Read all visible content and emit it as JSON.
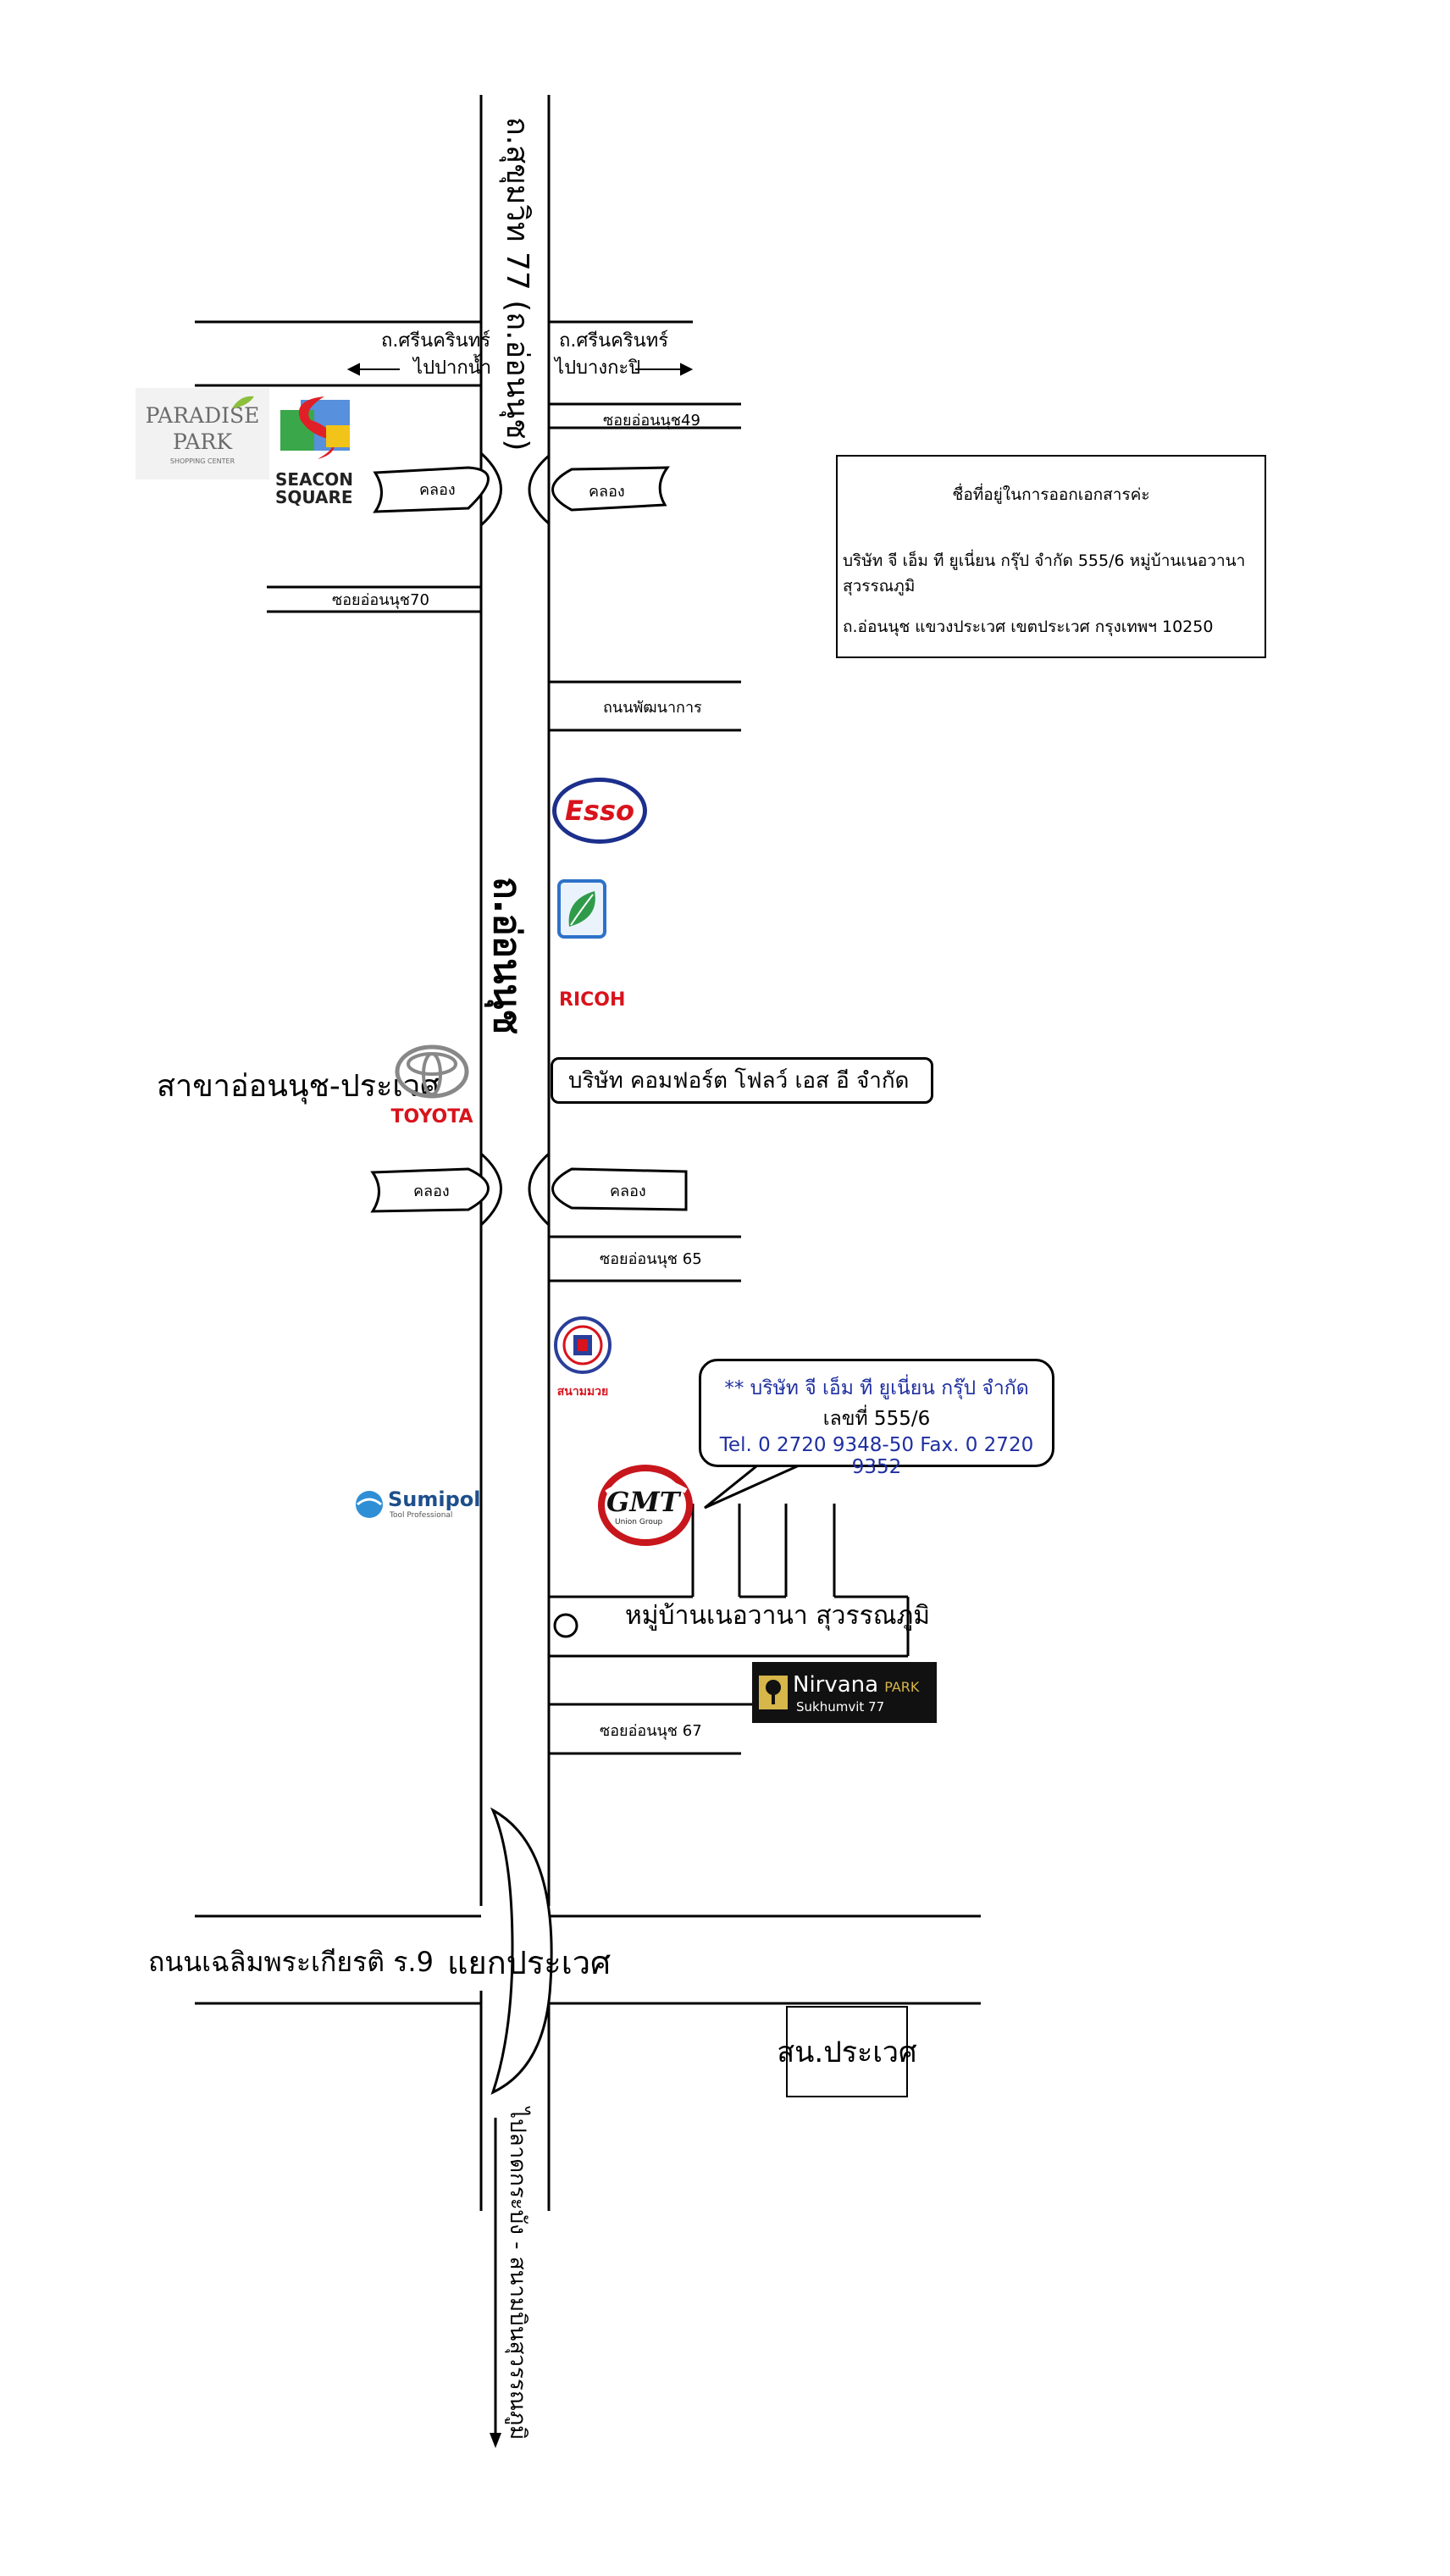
{
  "roads": {
    "main_road_top": "ถ.สุขุมวิท 77 (ถ.อ่อนนุช)",
    "main_road_mid": "ถ.อ่อนนุช",
    "srinakarin_left_name": "ถ.ศรีนครินทร์",
    "srinakarin_left_dir": "ไปปากน้ำ",
    "srinakarin_right_name": "ถ.ศรีนครินทร์",
    "srinakarin_right_dir": "ไปบางกะปิ",
    "soi_49": "ซอยอ่อนนุช49",
    "soi_70": "ซอยอ่อนนุช70",
    "phatthanakan": "ถนนพัฒนาการ",
    "soi_65": "ซอยอ่อนนุช 65",
    "soi_67": "ซอยอ่อนนุช 67",
    "chaloem": "ถนนเฉลิมพระเกียรติ ร.9",
    "intersection": "แยกประเวศ",
    "bottom_direction": "ไปลาดกระบัง - สนามบินสุวรรณภูมิ",
    "canal": "คลอง",
    "village": "หมู่บ้านเนอวานา สุวรรณภูมิ"
  },
  "address_box": {
    "heading": "ชื่อที่อยู่ในการออกเอกสารค่ะ",
    "line1": "บริษัท จี เอ็ม ที ยูเนี่ยน กรุ๊ป จำกัด 555/6 หมู่บ้านเนอวานา สุวรรณภูมิ",
    "line2": "ถ.อ่อนนุช แขวงประเวศ เขตประเวศ กรุงเทพฯ 10250"
  },
  "comfort_box": "บริษัท คอมฟอร์ต โฟลว์ เอส อี จำกัด",
  "bubble": {
    "line1": "** บริษัท จี เอ็ม ที ยูเนี่ยน กรุ๊ป จำกัด",
    "line2": "เลขที่ 555/6",
    "line3": "Tel. 0 2720 9348-50 Fax. 0 2720 9352"
  },
  "toyota_branch": "สาขาอ่อนนุช-ประเวศ",
  "police": "สน.ประเวศ",
  "logos": {
    "paradise_line1": "PARADISE",
    "paradise_line2": "PARK",
    "paradise_sub": "SHOPPING CENTER",
    "seacon_line1": "SEACON",
    "seacon_line2": "SQUARE",
    "esso": "Esso",
    "ricoh": "RICOH",
    "toyota": "TOYOTA",
    "sumipol": "Sumipol",
    "sumipol_sub": "Tool Professional",
    "gmt": "GMT",
    "gmt_sub": "Union Group",
    "nirvana": "Nirvana",
    "nirvana_park": "PARK",
    "nirvana_sub": "Sukhumvit 77",
    "sanam_muai": "สนามมวย"
  },
  "colors": {
    "line": "#000000",
    "bubble_text": "#1f2fa0",
    "esso_red": "#d8131c",
    "esso_blue": "#1c2f8c",
    "ricoh_red": "#d8131c",
    "toyota_red": "#d8131c",
    "nirvana_bg": "#111111",
    "nirvana_gold": "#d7b64a"
  }
}
